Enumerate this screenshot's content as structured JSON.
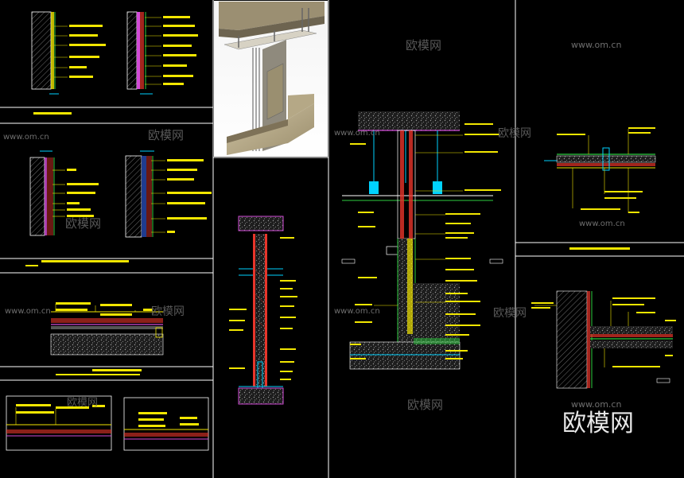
{
  "watermarks": {
    "brand_cn": "欧模网",
    "brand_url": "www.om.cn"
  },
  "colors": {
    "background": "#000000",
    "frame": "#ffffff",
    "annotation": "#f2e600",
    "dimension": "#00d2ff",
    "section_red": "#e8352a",
    "membrane_magenta": "#d24bd8",
    "green": "#2ecc40",
    "hatch": "#8a8a8a",
    "watermark": "#6e6e6e"
  },
  "panels": [
    {
      "id": "p1",
      "content": "wall-section-detail-pair"
    },
    {
      "id": "p2",
      "content": "3d-render-wall-anchor"
    },
    {
      "id": "p3",
      "content": "wall-section-detail-pair"
    },
    {
      "id": "p4",
      "content": "floor-section-detail"
    },
    {
      "id": "p5",
      "content": "floor-section-detail-pair"
    },
    {
      "id": "p6",
      "content": "vertical-wall-section"
    },
    {
      "id": "p7",
      "content": "full-height-wall-section"
    },
    {
      "id": "p8",
      "content": "ceiling-joint-detail"
    },
    {
      "id": "p9",
      "content": "wall-floor-corner-detail"
    }
  ]
}
